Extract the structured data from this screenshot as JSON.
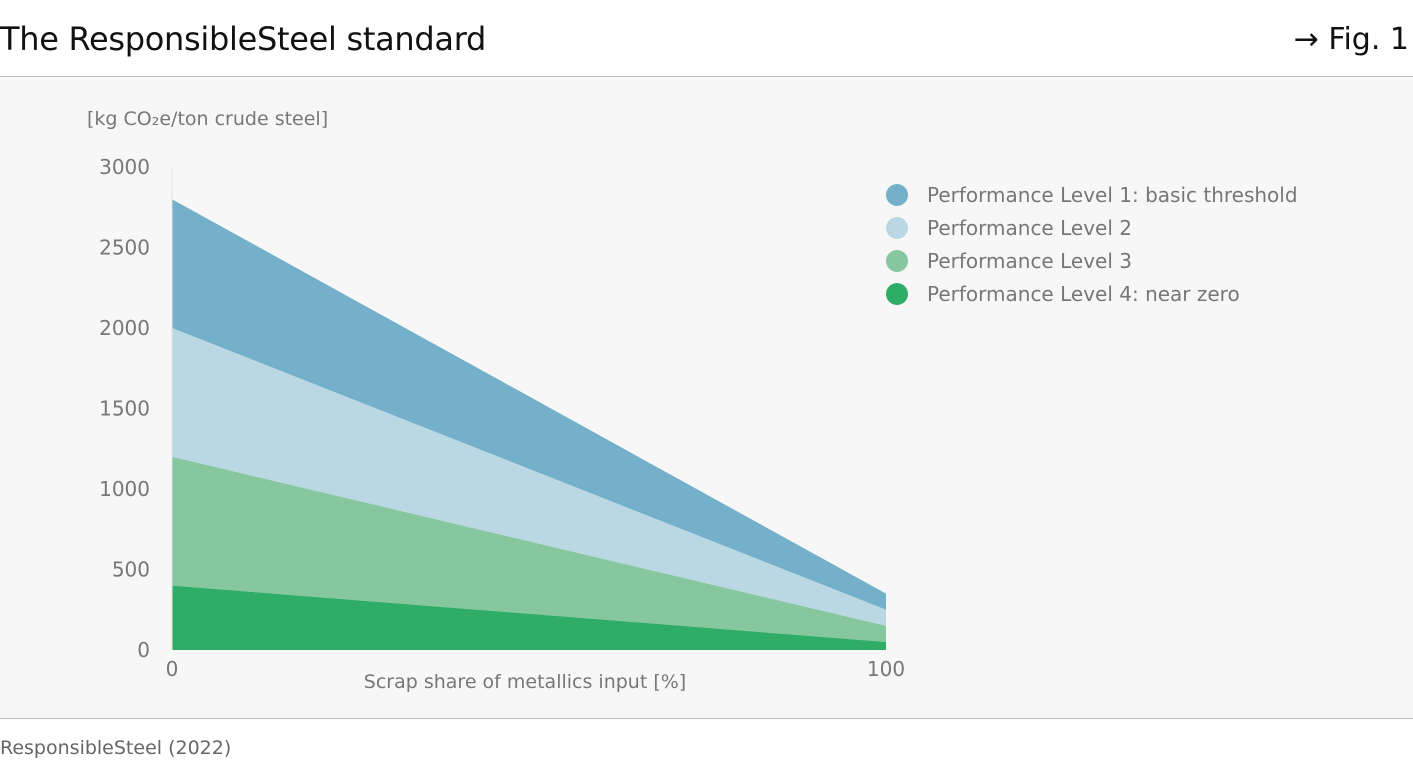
{
  "header": {
    "title": "The ResponsibleSteel standard",
    "figure_label": "→ Fig. 1"
  },
  "footer": {
    "source": "ResponsibleSteel (2022)"
  },
  "chart_data": {
    "type": "area",
    "title": "",
    "unit_label": "[kg CO₂e/ton crude steel]",
    "xlabel": "Scrap share of metallics input [%]",
    "ylabel": "[kg CO₂e/ton crude steel]",
    "x": [
      0,
      100
    ],
    "xlim": [
      0,
      100
    ],
    "ylim": [
      0,
      3000
    ],
    "yticks": [
      0,
      500,
      1000,
      1500,
      2000,
      2500,
      3000
    ],
    "ytick_labels": [
      "0",
      "500",
      "1000",
      "1500",
      "2000",
      "2500",
      "3000"
    ],
    "xticks": [
      0,
      100
    ],
    "xtick_labels": [
      "0",
      "100"
    ],
    "grid": false,
    "legend_position": "top-right",
    "series": [
      {
        "name": "Performance Level 1: basic threshold",
        "values": [
          2800,
          350
        ],
        "color": "#74b0c9"
      },
      {
        "name": "Performance Level 2",
        "values": [
          2000,
          250
        ],
        "color": "#b9d8e3"
      },
      {
        "name": "Performance Level 3",
        "values": [
          1200,
          150
        ],
        "color": "#86c79f"
      },
      {
        "name": "Performance Level 4: near zero",
        "values": [
          400,
          50
        ],
        "color": "#2fac66"
      }
    ]
  }
}
